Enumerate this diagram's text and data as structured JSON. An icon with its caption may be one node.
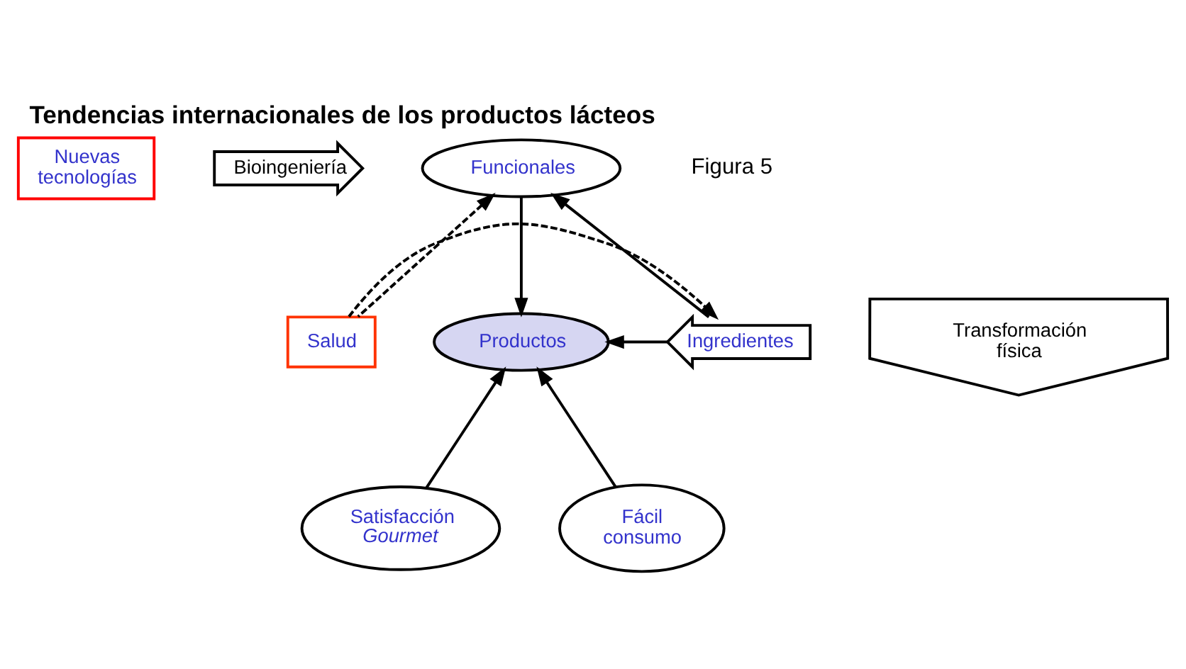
{
  "diagram": {
    "title": "Tendencias internacionales de los productos lácteos",
    "nodes": [
      {
        "text": [
          "Nuevas tecnologías"
        ]
      },
      {
        "text": [
          "Bioingeniería"
        ]
      },
      {
        "text": [
          "Funcionales"
        ]
      },
      {
        "text": [
          "Transformación física"
        ]
      },
      {
        "text": [
          "Salud"
        ]
      },
      {
        "text": [
          "Productos"
        ]
      },
      {
        "text": [
          "Ingredientes"
        ]
      },
      {
        "text": [
          "Satisfacción *Gourmet*"
        ]
      },
      {
        "text": [
          "Fácil consumo"
        ]
      }
    ],
    "edges": [
      {
        "from": 2,
        "to": 5,
        "arrow": "to"
      },
      {
        "from": 6,
        "to": 5,
        "arrow": "to"
      },
      {
        "from": 7,
        "to": 5,
        "arrow": "to"
      },
      {
        "from": 8,
        "to": 5,
        "arrow": "to"
      },
      {
        "from": 4,
        "to": 2,
        "arrow": "to",
        "style": "dashed"
      },
      {
        "from": 4,
        "to": 6,
        "arrow": "to",
        "style": "dashed"
      },
      {
        "from": 6,
        "to": 2,
        "arrow": "to"
      }
    ],
    "labels": [
      "Figura 5"
    ]
  }
}
